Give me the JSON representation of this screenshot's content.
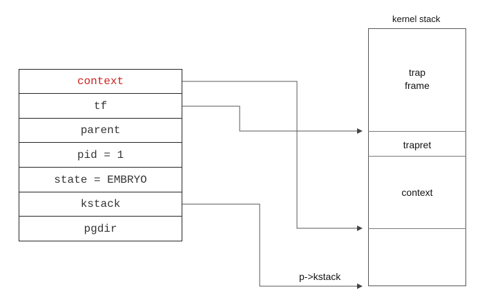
{
  "proc_fields": [
    {
      "label": "context",
      "color": "#cc2222"
    },
    {
      "label": "tf",
      "color": "#333333"
    },
    {
      "label": "parent",
      "color": "#333333"
    },
    {
      "label": "pid = 1",
      "color": "#333333"
    },
    {
      "label": "state = EMBRYO",
      "color": "#333333"
    },
    {
      "label": "kstack",
      "color": "#333333"
    },
    {
      "label": "pgdir",
      "color": "#333333"
    }
  ],
  "kernel_stack": {
    "title": "kernel stack",
    "trap_frame_line1": "trap",
    "trap_frame_line2": "frame",
    "trapret": "trapret",
    "context": "context"
  },
  "pointer_label": "p->kstack"
}
